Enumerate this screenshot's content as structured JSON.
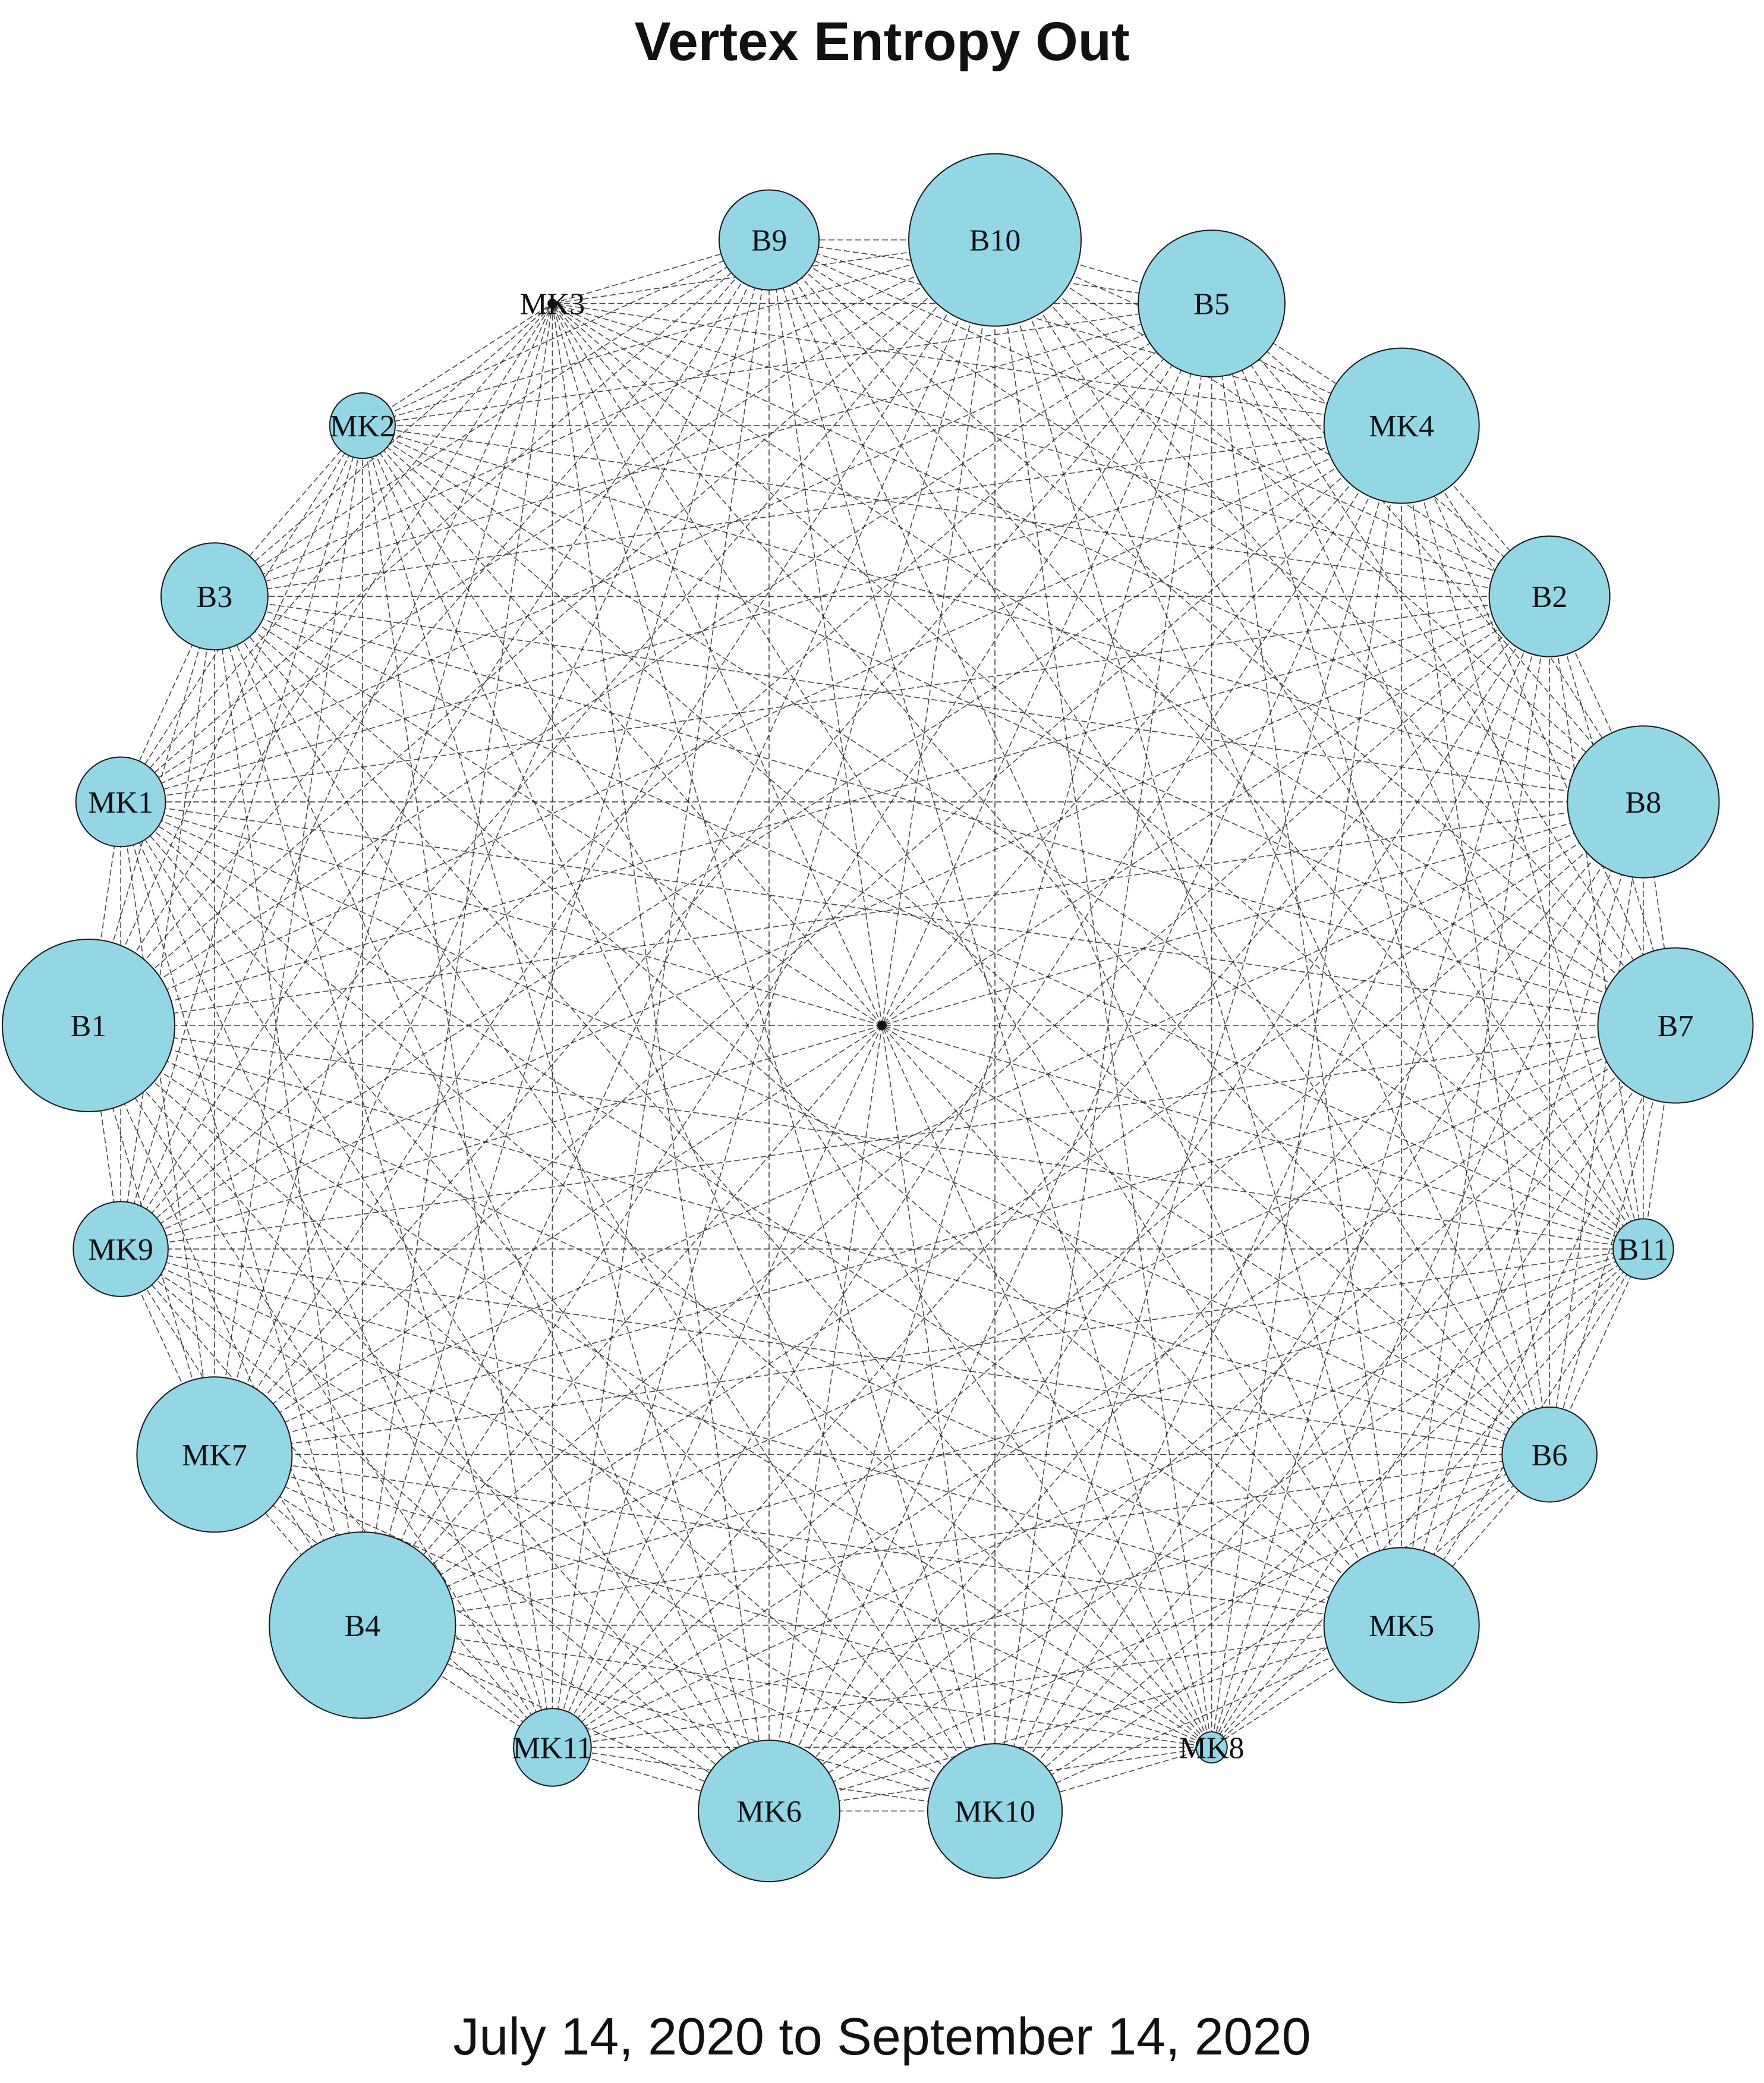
{
  "title": "Vertex Entropy Out",
  "subtitle": "July 14, 2020 to September 14, 2020",
  "colors": {
    "node_fill": "#93d6e4",
    "edge": "#1a1a1a",
    "background": "#ffffff"
  },
  "nodes": [
    {
      "id": "B10",
      "size": 1.0
    },
    {
      "id": "B5",
      "size": 0.85
    },
    {
      "id": "MK4",
      "size": 0.9
    },
    {
      "id": "B2",
      "size": 0.7
    },
    {
      "id": "B8",
      "size": 0.88
    },
    {
      "id": "B7",
      "size": 0.9
    },
    {
      "id": "B11",
      "size": 0.35
    },
    {
      "id": "B6",
      "size": 0.55
    },
    {
      "id": "MK5",
      "size": 0.9
    },
    {
      "id": "MK8",
      "size": 0.18
    },
    {
      "id": "MK10",
      "size": 0.78
    },
    {
      "id": "MK6",
      "size": 0.82
    },
    {
      "id": "MK11",
      "size": 0.45
    },
    {
      "id": "B4",
      "size": 1.08
    },
    {
      "id": "MK7",
      "size": 0.9
    },
    {
      "id": "MK9",
      "size": 0.55
    },
    {
      "id": "B1",
      "size": 1.0
    },
    {
      "id": "MK1",
      "size": 0.52
    },
    {
      "id": "B3",
      "size": 0.62
    },
    {
      "id": "MK2",
      "size": 0.38
    },
    {
      "id": "MK3",
      "size": 0.05
    },
    {
      "id": "B9",
      "size": 0.58
    }
  ],
  "edges": "complete"
}
